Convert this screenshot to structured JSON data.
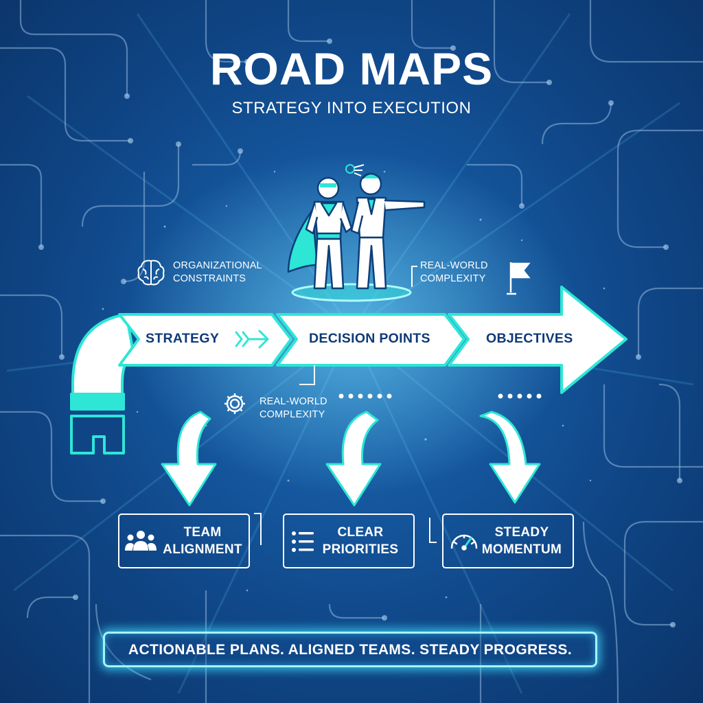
{
  "header": {
    "title": "ROAD MAPS",
    "subtitle": "STRATEGY INTO EXECUTION"
  },
  "annotations": {
    "org_constraints": "ORGANIZATIONAL\nCONSTRAINTS",
    "complexity_top": "REAL-WORLD\nCOMPLEXITY",
    "complexity_bottom": "REAL-WORLD\nCOMPLEXITY"
  },
  "stages": [
    {
      "label": "STRATEGY"
    },
    {
      "label": "DECISION POINTS"
    },
    {
      "label": "OBJECTIVES"
    }
  ],
  "outcomes": [
    {
      "label": "TEAM\nALIGNMENT",
      "icon": "team-icon"
    },
    {
      "label": "CLEAR\nPRIORITIES",
      "icon": "list-icon"
    },
    {
      "label": "STEADY\nMOMENTUM",
      "icon": "speedometer-icon"
    }
  ],
  "footer": {
    "tagline": "ACTIONABLE PLANS. ALIGNED TEAMS. STEADY PROGRESS."
  },
  "icons": [
    "brain-icon",
    "gear-icon",
    "flag-icon",
    "chevron-arrow-icon",
    "superhero-figure",
    "businessman-figure",
    "wing-emblem-icon"
  ],
  "colors": {
    "background": "#0f4585",
    "accent": "#2ee6d6",
    "arrow_fill": "#ffffff",
    "arrow_text": "#0e3a78",
    "glow": "#40e1ff"
  }
}
